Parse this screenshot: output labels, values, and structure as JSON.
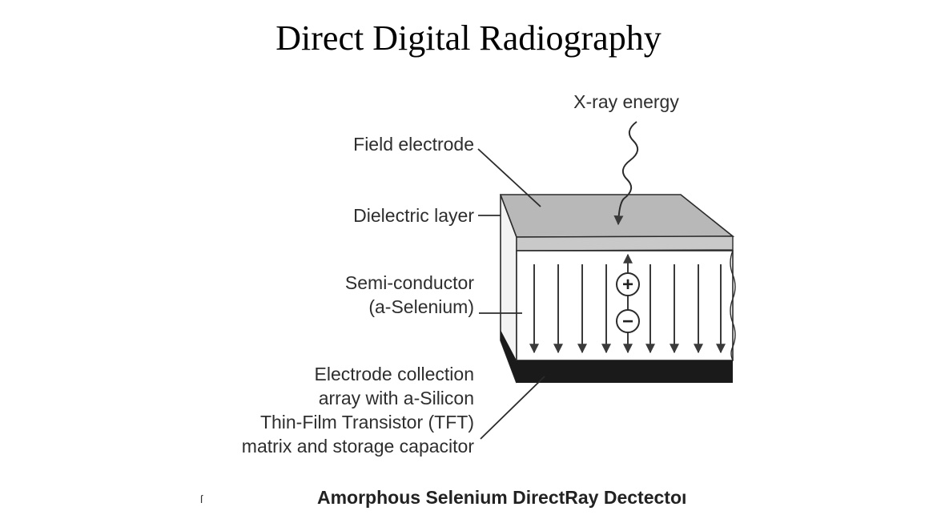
{
  "slide": {
    "title": "Direct Digital Radiography"
  },
  "diagram": {
    "labels": {
      "xray": "X-ray energy",
      "field_electrode": "Field electrode",
      "dielectric": "Dielectric layer",
      "semiconductor": [
        "Semi-conductor",
        "(a-Selenium)"
      ],
      "electrode": [
        "Electrode collection",
        "array with a-Silicon",
        "Thin-Film Transistor (TFT)",
        "matrix and storage capacitor"
      ]
    },
    "charges": {
      "positive": "+",
      "negative": "−"
    },
    "caption": "Amorphous Selenium DirectRay Dectectoı",
    "stray_mark": "ſ",
    "colors": {
      "dielectric": "#b8b8b8",
      "base": "#1a1a1a",
      "lines": "#3a3a3a"
    }
  }
}
